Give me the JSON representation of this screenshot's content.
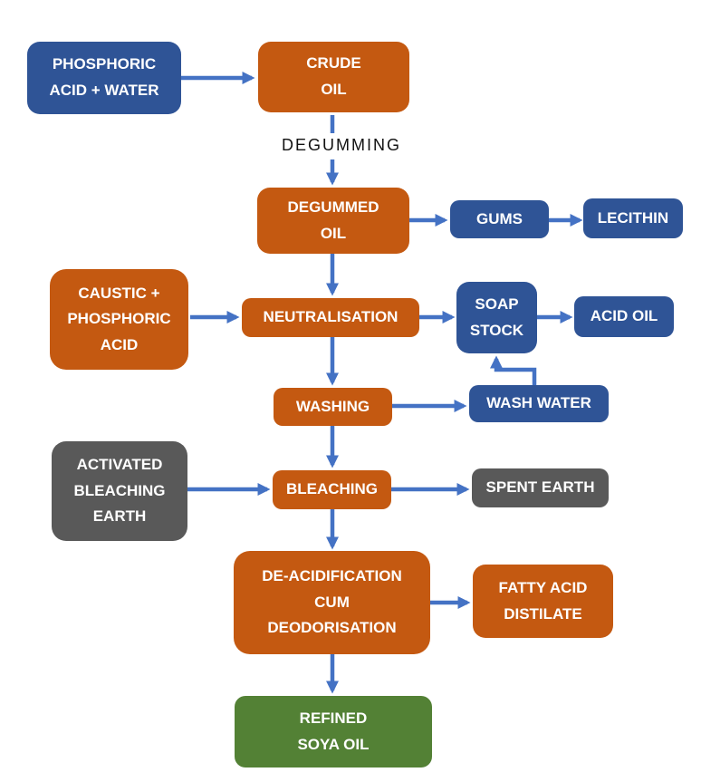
{
  "palette": {
    "input_output_blue": "#2F5496",
    "process_orange": "#C45911",
    "auxiliary_gray": "#595959",
    "final_product_green": "#538135",
    "arrow_blue": "#4472C4",
    "node_text": "#FFFFFF",
    "annotation_text": "#111111",
    "background": "#FFFFFF"
  },
  "flowchart": {
    "annotation": "DEGUMMING",
    "nodes": {
      "phosphoric_acid_water": {
        "label": "PHOSPHORIC\nACID + WATER",
        "color": "blue"
      },
      "crude_oil": {
        "label": "CRUDE\nOIL",
        "color": "orange"
      },
      "degummed_oil": {
        "label": "DEGUMMED\nOIL",
        "color": "orange"
      },
      "gums": {
        "label": "GUMS",
        "color": "blue"
      },
      "lecithin": {
        "label": "LECITHIN",
        "color": "blue"
      },
      "caustic_phosphoric_acid": {
        "label": "CAUSTIC +\nPHOSPHORIC\nACID",
        "color": "orange"
      },
      "neutralisation": {
        "label": "NEUTRALISATION",
        "color": "orange"
      },
      "soap_stock": {
        "label": "SOAP\nSTOCK",
        "color": "blue"
      },
      "acid_oil": {
        "label": "ACID OIL",
        "color": "blue"
      },
      "washing": {
        "label": "WASHING",
        "color": "orange"
      },
      "wash_water": {
        "label": "WASH WATER",
        "color": "blue"
      },
      "activated_bleaching_earth": {
        "label": "ACTIVATED\nBLEACHING\nEARTH",
        "color": "gray"
      },
      "bleaching": {
        "label": "BLEACHING",
        "color": "orange"
      },
      "spent_earth": {
        "label": "SPENT EARTH",
        "color": "gray"
      },
      "deacidification": {
        "label": "DE-ACIDIFICATION\nCUM\nDEODORISATION",
        "color": "orange"
      },
      "fatty_acid_distilate": {
        "label": "FATTY ACID\nDISTILATE",
        "color": "orange"
      },
      "refined_soya_oil": {
        "label": "REFINED\nSOYA OIL",
        "color": "green"
      }
    },
    "edges": [
      {
        "from": "PHOSPHORIC ACID + WATER",
        "to": "CRUDE OIL"
      },
      {
        "from": "CRUDE OIL",
        "to": "DEGUMMED OIL",
        "label": "DEGUMMING"
      },
      {
        "from": "DEGUMMED OIL",
        "to": "GUMS"
      },
      {
        "from": "GUMS",
        "to": "LECITHIN"
      },
      {
        "from": "DEGUMMED OIL",
        "to": "NEUTRALISATION"
      },
      {
        "from": "CAUSTIC + PHOSPHORIC ACID",
        "to": "NEUTRALISATION"
      },
      {
        "from": "NEUTRALISATION",
        "to": "SOAP STOCK"
      },
      {
        "from": "SOAP STOCK",
        "to": "ACID OIL"
      },
      {
        "from": "NEUTRALISATION",
        "to": "WASHING"
      },
      {
        "from": "WASHING",
        "to": "WASH WATER"
      },
      {
        "from": "WASH WATER",
        "to": "SOAP STOCK"
      },
      {
        "from": "WASHING",
        "to": "BLEACHING"
      },
      {
        "from": "ACTIVATED BLEACHING EARTH",
        "to": "BLEACHING"
      },
      {
        "from": "BLEACHING",
        "to": "SPENT EARTH"
      },
      {
        "from": "BLEACHING",
        "to": "DE-ACIDIFICATION CUM DEODORISATION"
      },
      {
        "from": "DE-ACIDIFICATION CUM DEODORISATION",
        "to": "FATTY ACID DISTILATE"
      },
      {
        "from": "DE-ACIDIFICATION CUM DEODORISATION",
        "to": "REFINED SOYA OIL"
      }
    ]
  }
}
